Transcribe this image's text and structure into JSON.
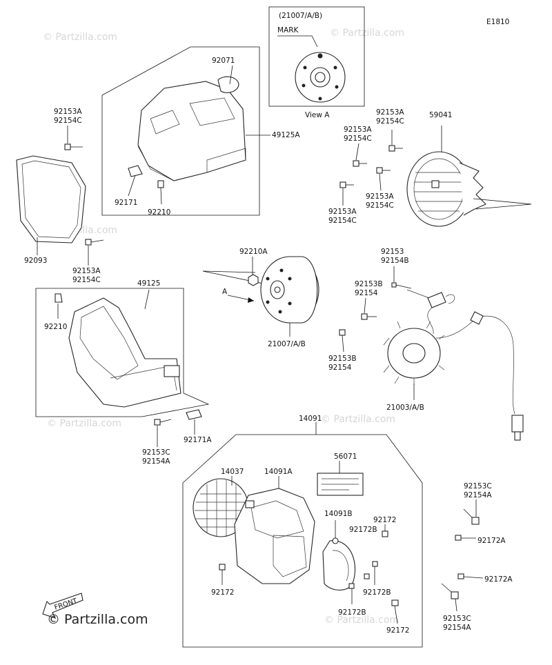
{
  "diagram_code": "E1810",
  "watermark": "© Partzilla.com",
  "logo_text": "© Partzilla.com",
  "front_text": "FRONT",
  "view_a": {
    "ref": "(21007/A/B)",
    "mark": "MARK",
    "caption": "View A"
  },
  "labels": {
    "p92071": "92071",
    "p49125A": "49125A",
    "p92153A_1": "92153A",
    "p92154C_1": "92154C",
    "p92093": "92093",
    "p92171": "92171",
    "p92210_1": "92210",
    "p92153A_2": "92153A",
    "p92154C_2": "92154C",
    "p49125": "49125",
    "p92210_2": "92210",
    "p92153C_1": "92153C",
    "p92154A_1": "92154A",
    "p92171A": "92171A",
    "p92210A": "92210A",
    "arrow_a": "A",
    "p21007": "21007/A/B",
    "p92153A_3": "92153A",
    "p92154C_3": "92154C",
    "p92153A_4": "92153A",
    "p92154C_4": "92154C",
    "p59041": "59041",
    "p92153A_5": "92153A",
    "p92154C_5": "92154C",
    "p92153A_6": "92153A",
    "p92154C_6": "92154C",
    "p92153": "92153",
    "p92154B": "92154B",
    "p92153B_1": "92153B",
    "p92154_1": "92154",
    "p92153B_2": "92153B",
    "p92154_2": "92154",
    "p21003": "21003/A/B",
    "p14091": "14091",
    "p56071": "56071",
    "p14037": "14037",
    "p14091A": "14091A",
    "p14091B": "14091B",
    "p92172_1": "92172",
    "p92172B_1": "92172B",
    "p92172_2": "92172",
    "p92172B_2": "92172B",
    "p92172B_3": "92172B",
    "p92172_3": "92172",
    "p92153C_2": "92153C",
    "p92154A_2": "92154A",
    "p92172A_1": "92172A",
    "p92172A_2": "92172A",
    "p92153C_3": "92153C",
    "p92154A_3": "92154A"
  }
}
